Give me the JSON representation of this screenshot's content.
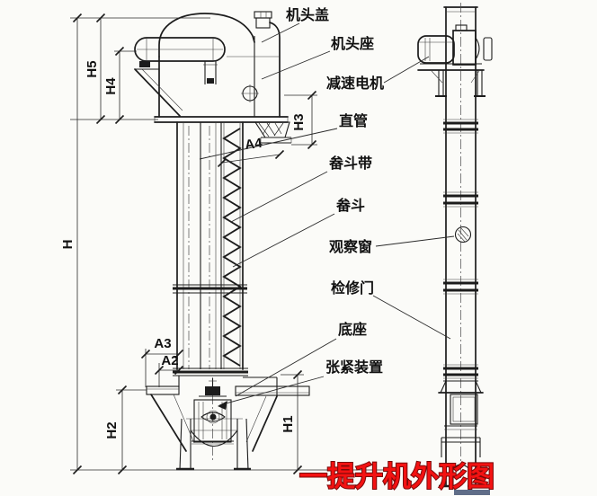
{
  "drawing": {
    "title": "一提升机外形图",
    "part_labels": {
      "head_cover": "机头盖",
      "head_seat": "机头座",
      "gear_motor": "减速电机",
      "straight_pipe": "直管",
      "bucket_belt": "畚斗带",
      "bucket": "畚斗",
      "observation_window": "观察窗",
      "inspection_door": "检修门",
      "base": "底座",
      "tensioning_device": "张紧装置"
    },
    "dimensions": {
      "h": "H",
      "h5": "H5",
      "h4": "H4",
      "h3": "H3",
      "h2": "H2",
      "h1": "H1",
      "a4": "A4",
      "a3": "A3",
      "a2": "A2"
    },
    "colors": {
      "line": "#1c1c1c",
      "title_fill": "#f31212",
      "title_outline": "#7a0808",
      "paper": "#fbfbf8"
    }
  }
}
